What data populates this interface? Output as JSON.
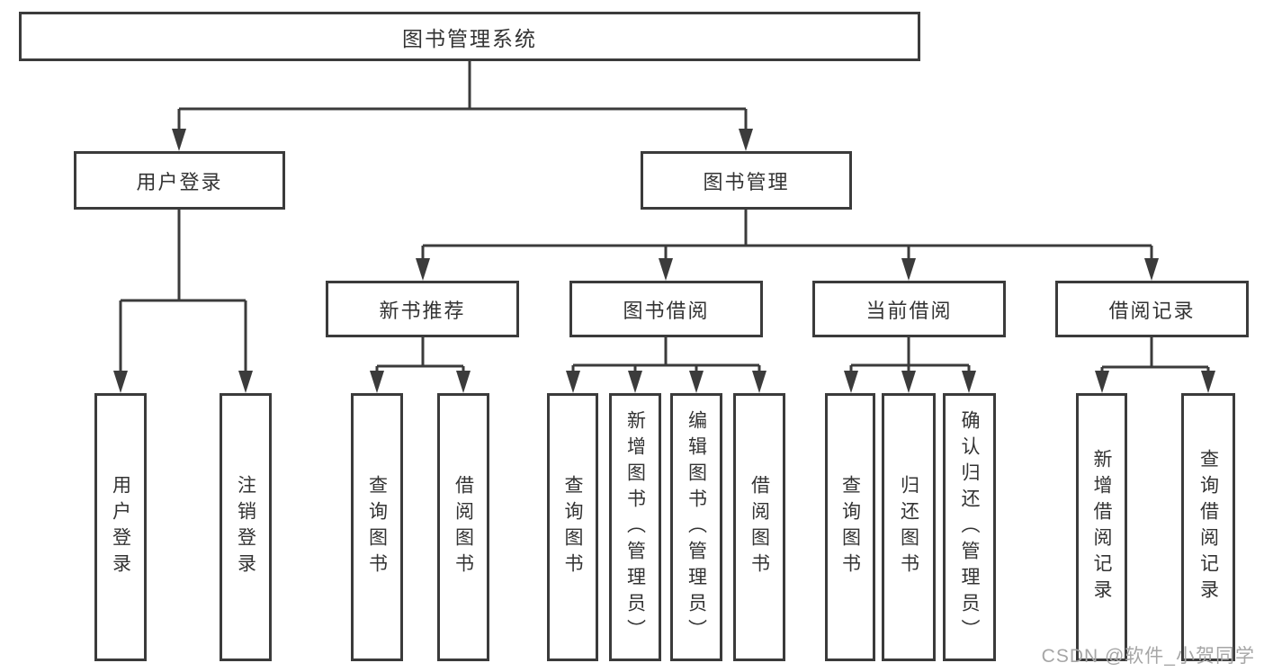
{
  "diagram": {
    "root": {
      "label": "图书管理系统"
    },
    "branches": [
      {
        "label": "用户登录",
        "children": [
          {
            "label": "用户登录"
          },
          {
            "label": "注销登录"
          }
        ]
      },
      {
        "label": "图书管理",
        "children": [
          {
            "label": "新书推荐",
            "children": [
              {
                "label": "查询图书"
              },
              {
                "label": "借阅图书"
              }
            ]
          },
          {
            "label": "图书借阅",
            "children": [
              {
                "label": "查询图书"
              },
              {
                "label": "新增图书（管理员）"
              },
              {
                "label": "编辑图书（管理员）"
              },
              {
                "label": "借阅图书"
              }
            ]
          },
          {
            "label": "当前借阅",
            "children": [
              {
                "label": "查询图书"
              },
              {
                "label": "归还图书"
              },
              {
                "label": "确认归还（管理员）"
              }
            ]
          },
          {
            "label": "借阅记录",
            "children": [
              {
                "label": "新增借阅记录"
              },
              {
                "label": "查询借阅记录"
              }
            ]
          }
        ]
      }
    ],
    "watermark": "CSDN @软件_小贺同学",
    "colors": {
      "line": "#3b3b3b",
      "text": "#333333",
      "watermark": "#a6a6a6",
      "background": "#ffffff"
    }
  }
}
